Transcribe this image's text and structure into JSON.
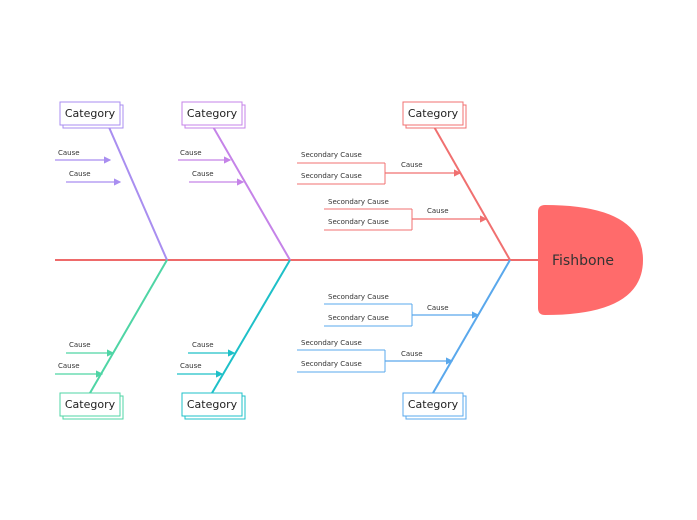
{
  "colors": {
    "spine": "#ee6a6a",
    "head_fill": "#ff6b6b",
    "purple": "#a98ef0",
    "violet": "#c583e8",
    "red": "#f07070",
    "green": "#4fd5a5",
    "teal": "#1ec0c8",
    "blue": "#5aa8ec"
  },
  "head": {
    "label": "Fishbone"
  },
  "categories": [
    {
      "label": "Category",
      "color": "purple",
      "causes": [
        "Cause",
        "Cause"
      ]
    },
    {
      "label": "Category",
      "color": "violet",
      "causes": [
        "Cause",
        "Cause"
      ]
    },
    {
      "label": "Category",
      "color": "red",
      "causes": [
        {
          "label": "Cause",
          "secondary": [
            "Secondary Cause",
            "Secondary Cause"
          ]
        },
        {
          "label": "Cause",
          "secondary": [
            "Secondary Cause",
            "Secondary Cause"
          ]
        }
      ]
    },
    {
      "label": "Category",
      "color": "green",
      "causes": [
        "Cause",
        "Cause"
      ]
    },
    {
      "label": "Category",
      "color": "teal",
      "causes": [
        "Cause",
        "Cause"
      ]
    },
    {
      "label": "Category",
      "color": "blue",
      "causes": [
        {
          "label": "Cause",
          "secondary": [
            "Secondary Cause",
            "Secondary Cause"
          ]
        },
        {
          "label": "Cause",
          "secondary": [
            "Secondary Cause",
            "Secondary Cause"
          ]
        }
      ]
    }
  ]
}
